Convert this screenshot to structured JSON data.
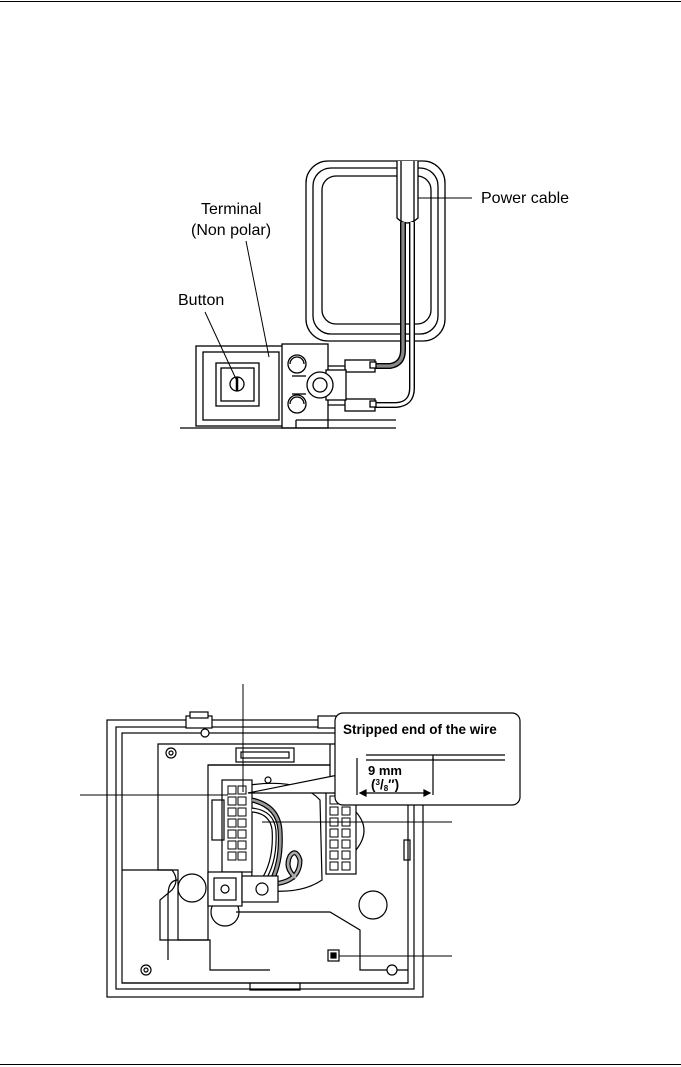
{
  "figure1": {
    "labels": {
      "terminal_line1": "Terminal",
      "terminal_line2": "(Non polar)",
      "button": "Button",
      "power_cable": "Power cable"
    }
  },
  "figure2": {
    "inset": {
      "title": "Stripped end of the wire",
      "measure_metric": "9 mm",
      "measure_open": "(",
      "measure_num": "3",
      "measure_slash": "/",
      "measure_den": "8",
      "measure_close": "″)"
    }
  }
}
